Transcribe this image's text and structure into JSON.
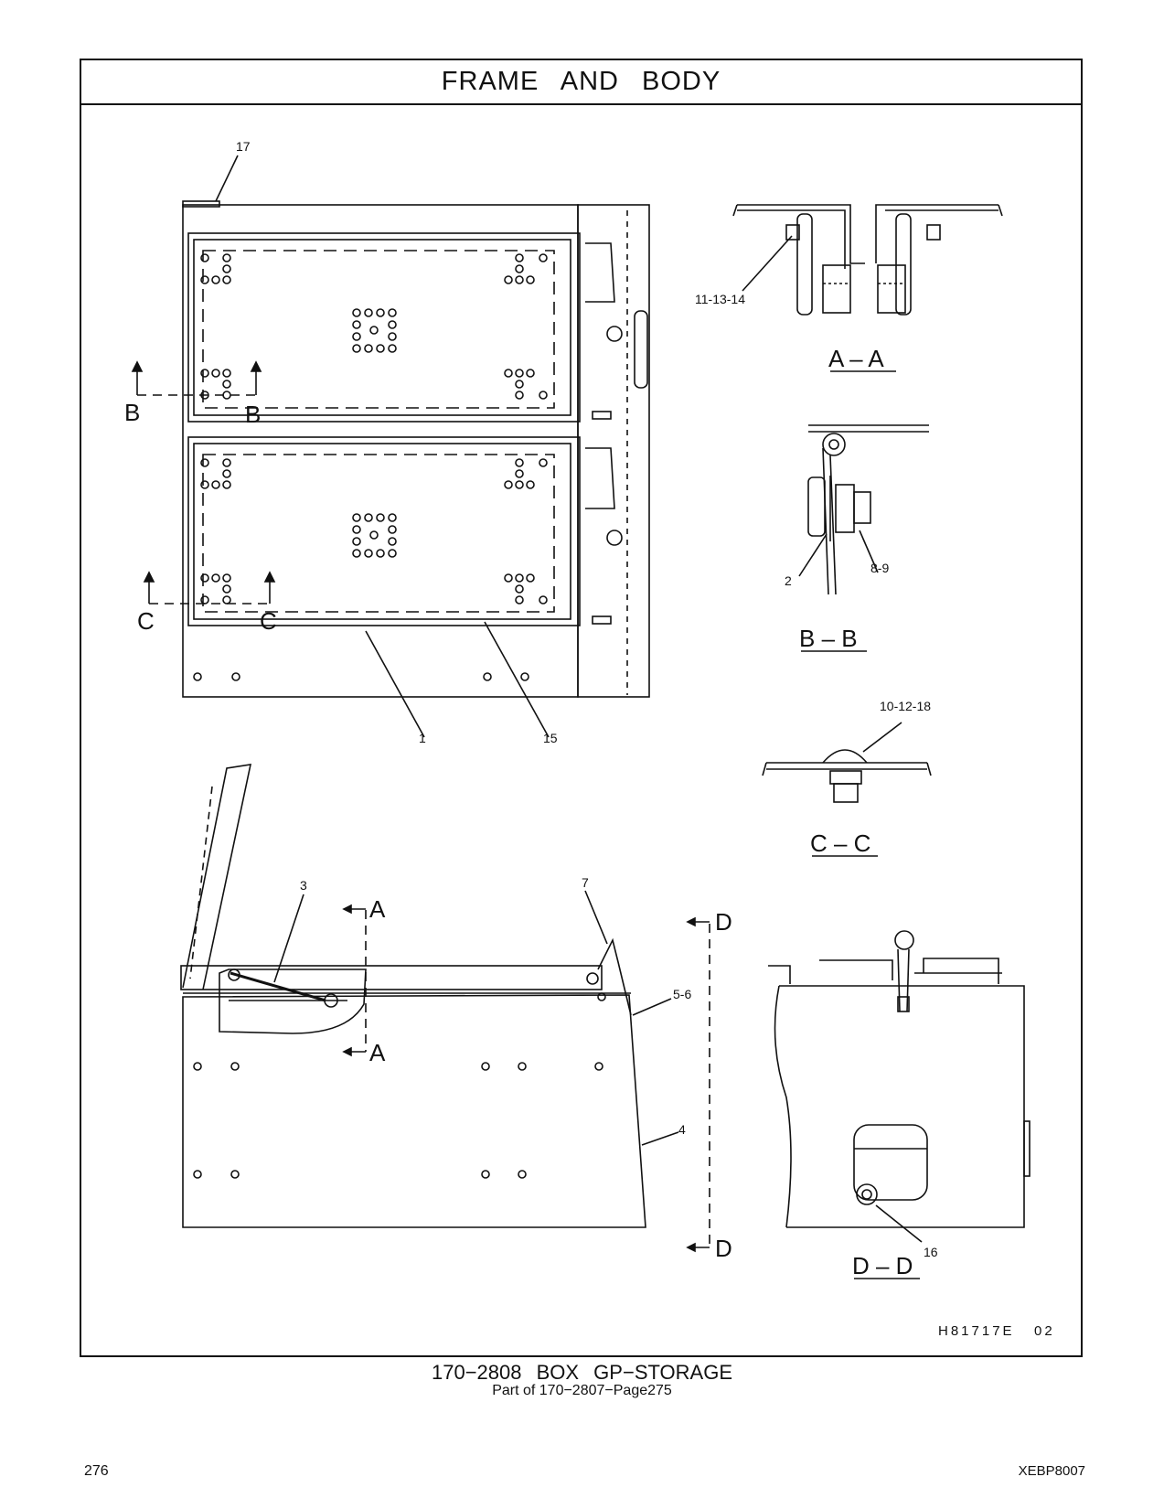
{
  "header": {
    "title": "FRAME AND BODY"
  },
  "callouts": {
    "c17": "17",
    "c11_13_14": "11-13-14",
    "c1": "1",
    "c15": "15",
    "c2": "2",
    "c8_9": "8-9",
    "c10_12_18": "10-12-18",
    "c3": "3",
    "c7": "7",
    "c5_6": "5-6",
    "c4": "4",
    "c16": "16"
  },
  "section_markers": {
    "b": "B",
    "c": "C",
    "a": "A",
    "d": "D"
  },
  "section_titles": {
    "aa": "A – A",
    "bb": "B – B",
    "cc": "C – C",
    "dd": "D – D"
  },
  "illustration_code": "H81717E   02",
  "footer": {
    "part_title": "170−2808   BOX   GP−STORAGE",
    "part_of": "Part of 170−2807−Page275",
    "page_number": "276",
    "document_code": "XEBP8007"
  }
}
